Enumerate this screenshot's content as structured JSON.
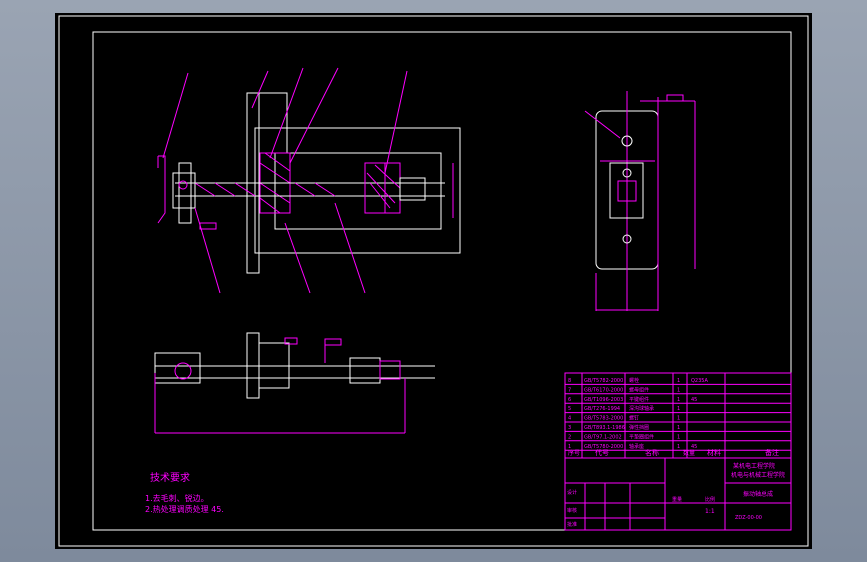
{
  "colors": {
    "background": "#000000",
    "linework": "#ff00ff",
    "highlight": "#ffffff",
    "frame": "#8a94a4"
  },
  "notes": {
    "title": "技术要求",
    "line1": "1.去毛刺、锐边。",
    "line2": "2.热处理调质处理 45."
  },
  "parts_list": [
    {
      "no": "8",
      "code": "GB/T5782-2000",
      "name": "螺栓",
      "qty": "1",
      "material": "Q235A"
    },
    {
      "no": "7",
      "code": "GB/T6170-2000",
      "name": "螺母组件",
      "qty": "1",
      "material": ""
    },
    {
      "no": "6",
      "code": "GB/T1096-2003",
      "name": "平键组件",
      "qty": "1",
      "material": "45"
    },
    {
      "no": "5",
      "code": "GB/T276-1994",
      "name": "深沟球轴承",
      "qty": "1",
      "material": ""
    },
    {
      "no": "4",
      "code": "GB/T5783-2000",
      "name": "螺钉",
      "qty": "1",
      "material": ""
    },
    {
      "no": "3",
      "code": "GB/T893.1-1986",
      "name": "弹性挡圈",
      "qty": "1",
      "material": ""
    },
    {
      "no": "2",
      "code": "GB/T97.1-2002",
      "name": "平垫圈组件",
      "qty": "1",
      "material": ""
    },
    {
      "no": "1",
      "code": "GB/T5780-2000",
      "name": "轴承座",
      "qty": "1",
      "material": "45"
    }
  ],
  "parts_header": {
    "no": "序号",
    "code": "代号",
    "name": "名称",
    "qty": "数量",
    "material": "材料",
    "note": "备注"
  },
  "title_block": {
    "company_line1": "某机电工程学院",
    "company_line2": "机电与机械工程学院",
    "drawing_name": "振动轴总成",
    "drawing_code": "ZDZ-00-00",
    "scale": "1:1",
    "weight_label": "重量",
    "scale_label": "比例",
    "design": "设计",
    "check": "审核",
    "approve": "批准"
  }
}
